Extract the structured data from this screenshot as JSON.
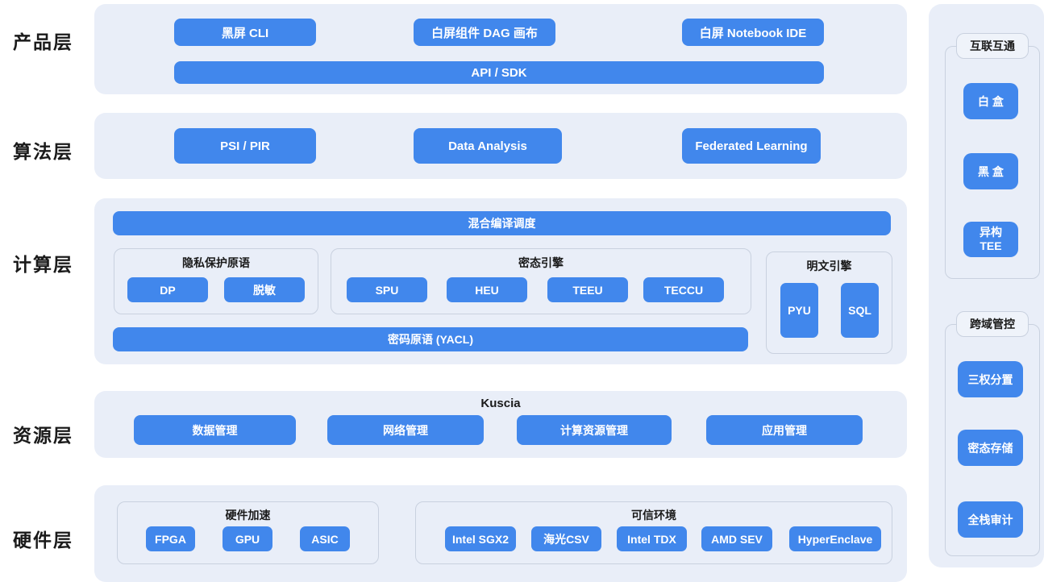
{
  "colors": {
    "accent_blue": "#4187EC",
    "panel_background": "#E9EEF8",
    "group_border": "#C9D1DF",
    "heading_text": "#1A1A1A",
    "node_text": "#FFFFFF"
  },
  "layers": {
    "product": {
      "label": "产品层",
      "nodes": [
        "黑屏 CLI",
        "白屏组件 DAG 画布",
        "白屏 Notebook IDE"
      ],
      "bar": "API / SDK"
    },
    "algorithm": {
      "label": "算法层",
      "nodes": [
        "PSI / PIR",
        "Data Analysis",
        "Federated Learning"
      ]
    },
    "compute": {
      "label": "计算层",
      "scheduler_bar": "混合编译调度",
      "privacy_group": {
        "title": "隐私保护原语",
        "nodes": [
          "DP",
          "脱敏"
        ]
      },
      "cipher_group": {
        "title": "密态引擎",
        "nodes": [
          "SPU",
          "HEU",
          "TEEU",
          "TECCU"
        ]
      },
      "plain_group": {
        "title": "明文引擎",
        "nodes": [
          "PYU",
          "SQL"
        ]
      },
      "crypto_bar": "密码原语 (YACL)"
    },
    "resource": {
      "label": "资源层",
      "title": "Kuscia",
      "nodes": [
        "数据管理",
        "网络管理",
        "计算资源管理",
        "应用管理"
      ]
    },
    "hardware": {
      "label": "硬件层",
      "accel_group": {
        "title": "硬件加速",
        "nodes": [
          "FPGA",
          "GPU",
          "ASIC"
        ]
      },
      "tee_group": {
        "title": "可信环境",
        "nodes": [
          "Intel SGX2",
          "海光CSV",
          "Intel TDX",
          "AMD SEV",
          "HyperEnclave"
        ]
      }
    }
  },
  "sidebar": {
    "interconnect": {
      "title": "互联互通",
      "nodes": [
        "白 盒",
        "黑 盒"
      ],
      "hetero_node": {
        "line1": "异构",
        "line2": "TEE"
      }
    },
    "governance": {
      "title": "跨域管控",
      "nodes": [
        "三权分置",
        "密态存储",
        "全栈审计"
      ]
    }
  }
}
